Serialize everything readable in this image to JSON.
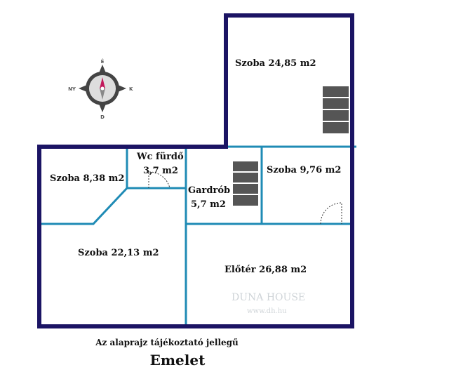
{
  "rooms": [
    {
      "name": "Szoba 24,85 m2"
    },
    {
      "name": "Wc fürdő",
      "area": "3,7 m2"
    },
    {
      "name": "Szoba 8,38 m2"
    },
    {
      "name": "Gardrób",
      "area": "5,7 m2"
    },
    {
      "name": "Szoba 9,76 m2"
    },
    {
      "name": "Szoba 22,13 m2"
    },
    {
      "name": "Előtér 26,88 m2"
    }
  ],
  "compass": {
    "north": "É",
    "south": "D",
    "east": "K",
    "west": "NY"
  },
  "watermark": {
    "brand": "DUNA HOUSE",
    "url": "www.dh.hu"
  },
  "disclaimer": "Az alaprajz tájékoztató jellegű",
  "floor_title": "Emelet",
  "colors": {
    "outer_wall": "#1b1464",
    "inner_wall": "#1f8bb5",
    "stairs": "#555555",
    "compass_accent": "#c2185b"
  }
}
